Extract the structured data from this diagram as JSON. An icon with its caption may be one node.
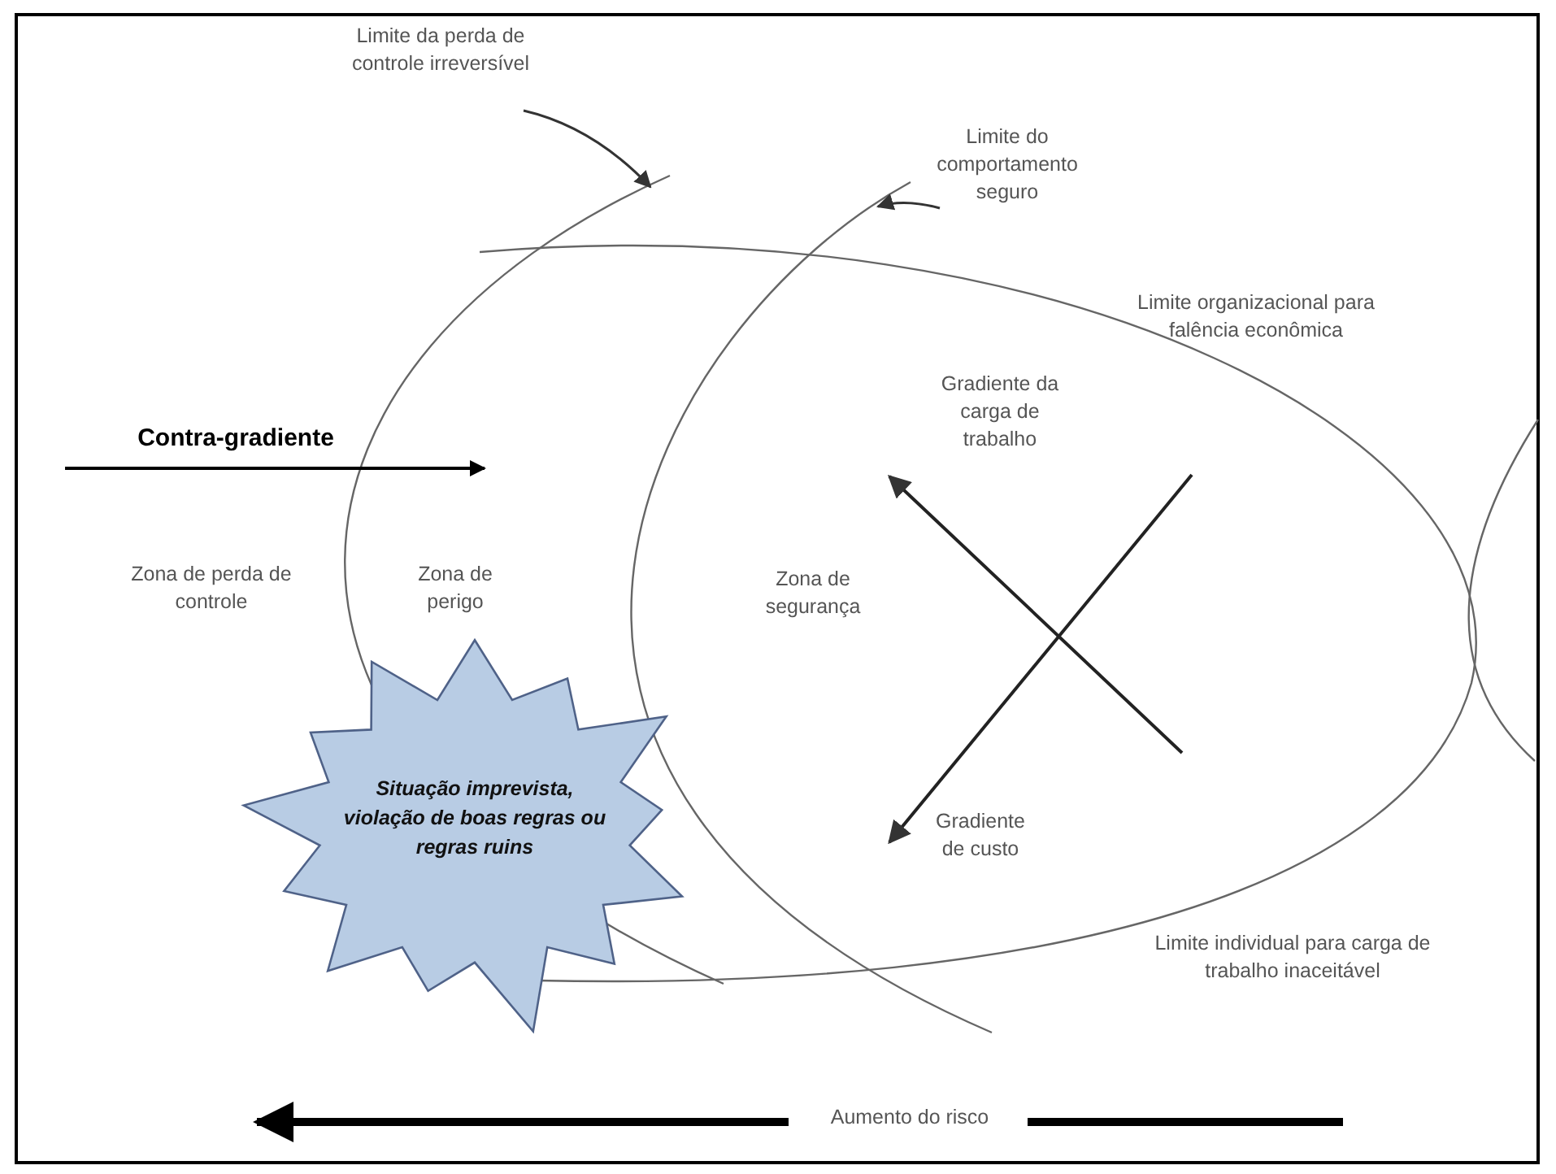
{
  "diagram": {
    "nodes": [
      {
        "text": [
          "Limite da perda de controle irreversível"
        ]
      },
      {
        "text": [
          "Limite do comportamento seguro"
        ]
      },
      {
        "text": [],
        "shape": "curve"
      },
      {
        "text": [],
        "shape": "curve"
      },
      {
        "text": [
          "Situação imprevista, violação de boas regras ou regras ruins"
        ]
      }
    ],
    "edges": [
      {
        "from": 0,
        "to": 2,
        "arrow": "to"
      },
      {
        "from": 1,
        "to": 3,
        "arrow": "to"
      }
    ],
    "labels": [
      "Limite organizacional para falência econômica",
      "Contra-gradiente",
      "Gradiente da carga de trabalho",
      "Zona de perda de controle",
      "Zona de perigo",
      "Zona de segurança",
      "Gradiente de custo",
      "Limite individual para carga de trabalho inaceitável",
      "Aumento do risco"
    ]
  }
}
